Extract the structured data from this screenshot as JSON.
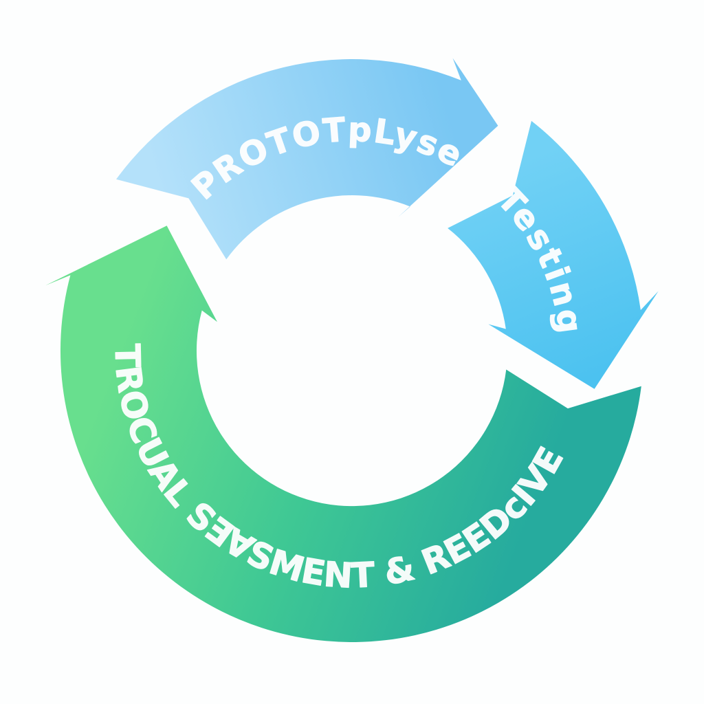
{
  "diagram": {
    "background": "#fdfefe",
    "text_color": "#ffffff",
    "stages": [
      {
        "label": "PROTOTpLyse",
        "color_start": "#b4e1fa",
        "color_end": "#79c7f3"
      },
      {
        "label": "Testing",
        "color_start": "#71d1f5",
        "color_end": "#4cc2f0"
      },
      {
        "label": "TROCUAL SƎ∀SMENT & REEDcIVE",
        "color_start": "#68df8e",
        "color_mid": "#3fc894",
        "color_end": "#26ab9e"
      }
    ]
  }
}
